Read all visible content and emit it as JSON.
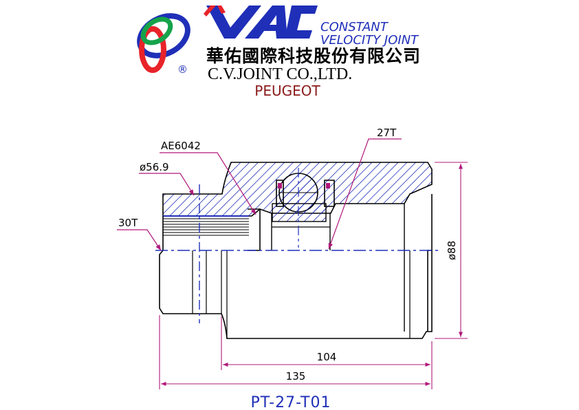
{
  "header": {
    "brand_mark": "VAC",
    "product_line_1": "CONSTANT",
    "product_line_2": "VELOCITY JOINT",
    "company_chinese": "華佑國際科技股份有限公司",
    "company_english": "C.V.JOINT CO.,LTD.",
    "registered_symbol": "®",
    "vehicle_make": "PEUGEOT"
  },
  "drawing": {
    "callouts": {
      "seal_part": "AE6042",
      "inner_spline": "27T",
      "shaft_diameter": "ø56.9",
      "outer_spline": "30T",
      "outer_diameter": "ø88"
    },
    "dimensions": {
      "body_length": "104",
      "overall_length": "135"
    },
    "part_number": "PT-27-T01"
  },
  "colors": {
    "brand_blue": "#1f2fb8",
    "brand_red": "#e8232a",
    "brand_green": "#16a34a",
    "outline": "#000000",
    "hatch": "#1f2fb8",
    "dim_magenta": "#b0187a",
    "title_red": "#8b1a1a"
  }
}
